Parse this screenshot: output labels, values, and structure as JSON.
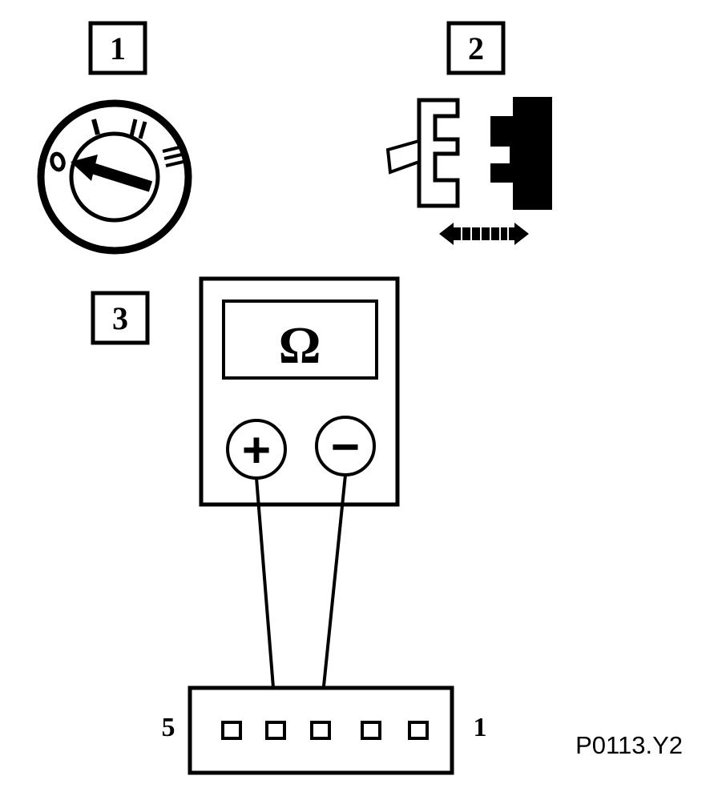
{
  "steps": [
    {
      "number": "1"
    },
    {
      "number": "2"
    },
    {
      "number": "3"
    }
  ],
  "ignition": {
    "positions": [
      "0",
      "I",
      "II",
      "III"
    ],
    "selected": "0",
    "icon": "ignition-switch-icon"
  },
  "connector_action": {
    "icon": "connector-disconnect-icon",
    "arrow_icon": "double-arrow-icon"
  },
  "multimeter": {
    "display_symbol": "Ω",
    "plus_terminal": "+",
    "minus_terminal": "−",
    "icon": "ohmmeter-icon"
  },
  "connector": {
    "left_pin_label": "5",
    "right_pin_label": "1",
    "pin_count": 5,
    "probe_plus_pin_index": 1,
    "probe_minus_pin_index": 2
  },
  "reference_code": "P0113.Y2",
  "colors": {
    "ink": "#000000",
    "paper": "#ffffff"
  }
}
